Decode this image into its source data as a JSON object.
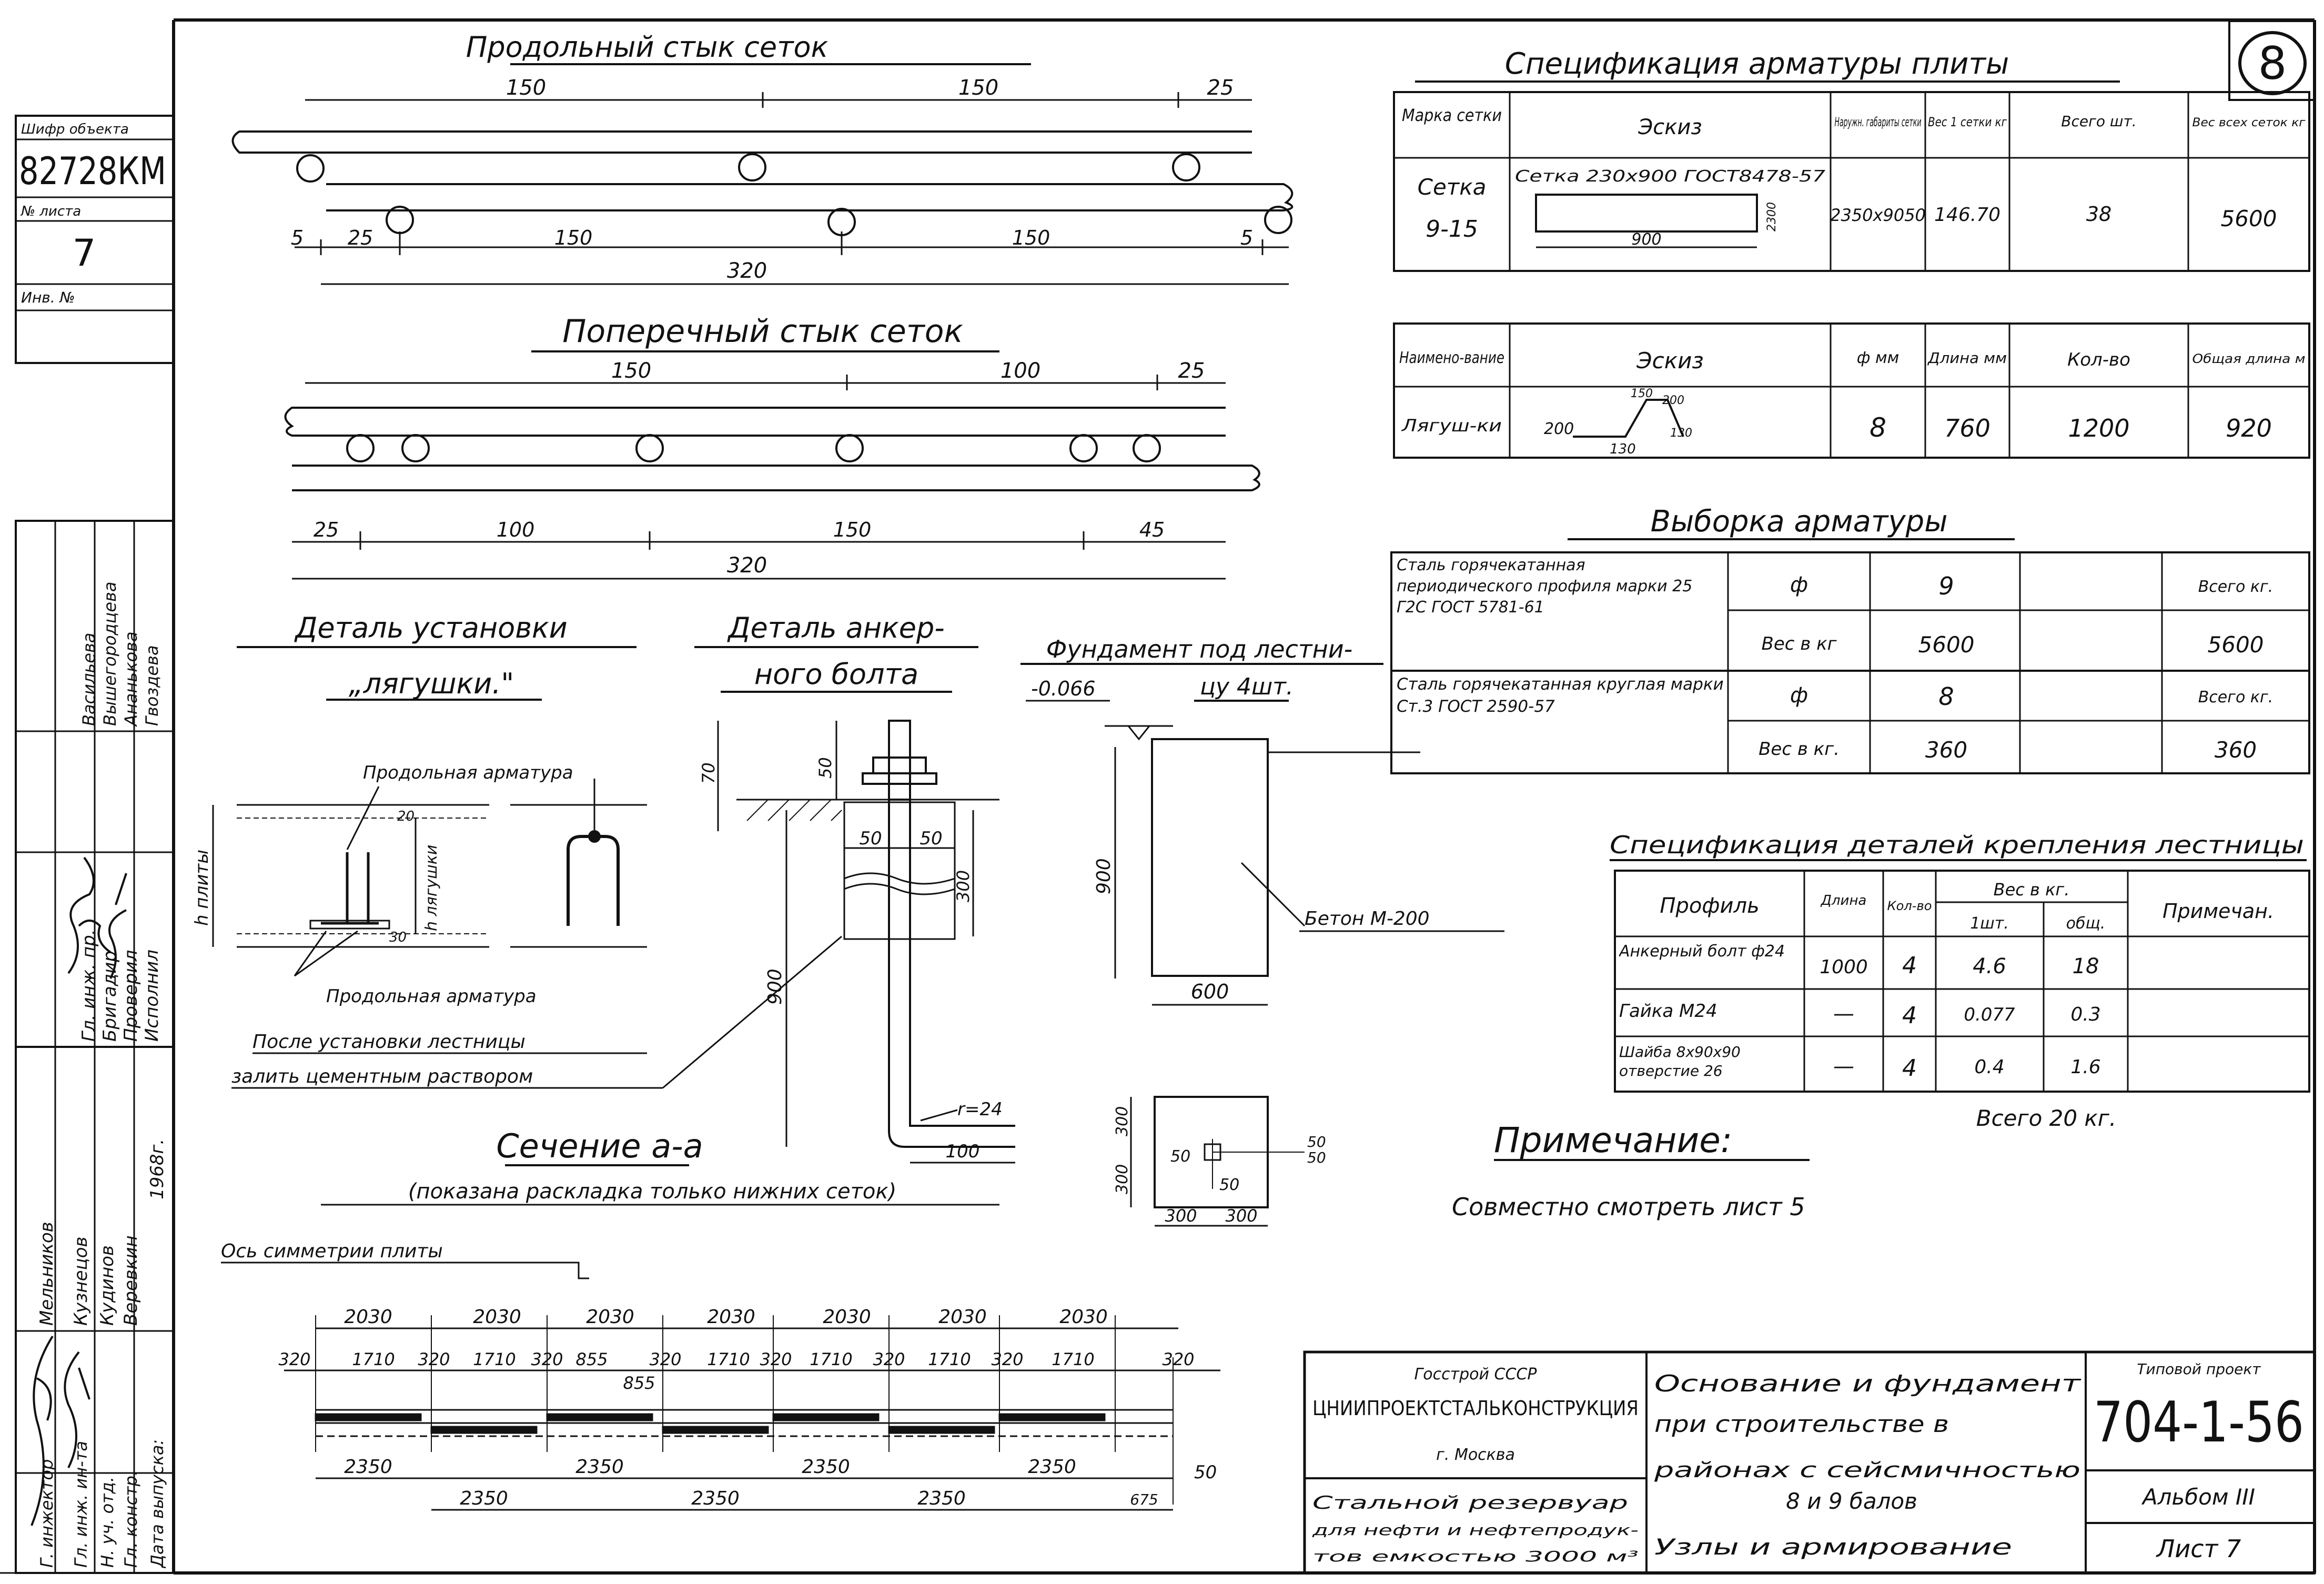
{
  "sheet_badge": "8",
  "left_stamp": {
    "shifr_label": "Шифр объекта",
    "shifr_value": "82728КМ",
    "list_label": "№ листа",
    "list_value": "7",
    "inv_label": "Инв. №"
  },
  "signatures": {
    "roles_a": [
      "Гл. инж. пр.",
      "Бригадир",
      "Проверил",
      "Исполнил"
    ],
    "names_a": [
      "Васильева",
      "Вышегородцева",
      "Ананькова",
      "Гвоздева"
    ],
    "roles_b": [
      "Г. инжектор",
      "Гл. инж. ин-та",
      "Н. уч. отд.",
      "Гл. констр.",
      "Дата выпуска:"
    ],
    "names_b": [
      "Мельников",
      "Кузнецов",
      "Кудинов",
      "Веревкин"
    ],
    "year": "1968г."
  },
  "views": {
    "longitudinal": {
      "title": "Продольный стык сеток",
      "dims_top": [
        "150",
        "150",
        "25"
      ],
      "dims_bottom": [
        "5",
        "25",
        "150",
        "150",
        "5"
      ],
      "total": "320"
    },
    "transverse": {
      "title": "Поперечный стык сеток",
      "dims_top": [
        "150",
        "100",
        "25"
      ],
      "dims_bottom": [
        "25",
        "100",
        "150",
        "45"
      ],
      "total": "320"
    },
    "frog_detail": {
      "title_1": "Деталь установки",
      "title_2": "„лягушки.\"",
      "label_top": "Продольная арматура",
      "label_bottom": "Продольная арматура",
      "h_plate": "h плиты",
      "h_frog": "h лягушки",
      "d1": "20",
      "d2": "30",
      "note_1": "После установки лестницы",
      "note_2": "залить цементным раствором"
    },
    "anchor_bolt": {
      "title_1": "Деталь анкер-",
      "title_2": "ного болта",
      "d70": "70",
      "d50": "50",
      "d50a": "50",
      "d50b": "50",
      "d300": "300",
      "d900": "900",
      "d100": "100",
      "r": "r=24"
    },
    "foundation": {
      "title_1": "Фундамент под лестни-",
      "title_2": "цу 4шт.",
      "level": "-0.066",
      "d900": "900",
      "d600": "600",
      "concrete": "Бетон М-200",
      "plan_300a": "300",
      "plan_300b": "300",
      "plan_300c": "300",
      "plan_300d": "300",
      "plan_50a": "50",
      "plan_50b": "50",
      "plan_50c": "50",
      "plan_50d": "50"
    },
    "section": {
      "title": "Сечение а-а",
      "subtitle": "(показана раскладка только нижних сеток)",
      "axis": "Ось симметрии плиты",
      "top_dims": [
        "2030",
        "2030",
        "2030",
        "2030",
        "2030",
        "2030",
        "2030"
      ],
      "mid_dims": [
        "320",
        "1710",
        "320",
        "1710",
        "320",
        "855",
        "320",
        "1710",
        "320",
        "1710",
        "320",
        "1710",
        "320",
        "1710",
        "320"
      ],
      "extra_855": "855",
      "bot_dims_a": [
        "2350",
        "2350",
        "2350",
        "2350"
      ],
      "bot_dims_b": [
        "2350",
        "2350",
        "2350"
      ],
      "end_675": "675",
      "end_50": "50"
    }
  },
  "spec_plate": {
    "title": "Спецификация арматуры плиты",
    "headers": [
      "Марка сетки",
      "Эскиз",
      "Наружн. габариты сетки",
      "Вес 1 сетки кг",
      "Всего шт.",
      "Вес всех сеток кг"
    ],
    "row": {
      "mark_1": "Сетка",
      "mark_2": "9-15",
      "sketch_label": "Сетка 230х900 ГОСТ8478-57",
      "sketch_900": "900",
      "sketch_2300": "2300",
      "size": "2350х9050",
      "weight1": "146.70",
      "qty": "38",
      "total": "5600"
    }
  },
  "spec_frog": {
    "headers": [
      "Наимено-вание",
      "Эскиз",
      "ф мм",
      "Длина мм",
      "Кол-во",
      "Общая длина м"
    ],
    "row": {
      "name": "Лягуш-ки",
      "sketch_200": "200",
      "sketch_150": "150",
      "sketch_130a": "130",
      "sketch_200b": "200",
      "sketch_130b": "130",
      "dia": "8",
      "len": "760",
      "qty": "1200",
      "total": "920"
    }
  },
  "selection": {
    "title": "Выборка арматуры",
    "r1_desc": "Сталь горячекатанная периодического профиля марки 25 Г2С ГОСТ 5781-61",
    "r1_phi": "ф",
    "r1_phi_val": "9",
    "r1_total_label": "Всего кг.",
    "r1_weight_label": "Вес в кг",
    "r1_weight": "5600",
    "r1_total": "5600",
    "r2_desc": "Сталь горячекатанная круглая марки Ст.3 ГОСТ 2590-57",
    "r2_phi": "ф",
    "r2_phi_val": "8",
    "r2_total_label": "Всего кг.",
    "r2_weight_label": "Вес в кг.",
    "r2_weight": "360",
    "r2_total": "360"
  },
  "spec_parts": {
    "title": "Спецификация деталей крепления лестницы",
    "headers": [
      "Профиль",
      "Длина",
      "Кол-во",
      "Вес в кг.",
      "1шт.",
      "общ.",
      "Примечан."
    ],
    "rows": [
      {
        "profile": "Анкерный болт ф24",
        "len": "1000",
        "qty": "4",
        "w1": "4.6",
        "wt": "18"
      },
      {
        "profile": "Гайка М24",
        "len": "—",
        "qty": "4",
        "w1": "0.077",
        "wt": "0.3"
      },
      {
        "profile": "Шайба 8х90х90 отверстие 26",
        "len": "—",
        "qty": "4",
        "w1": "0.4",
        "wt": "1.6"
      }
    ],
    "total": "Всего 20 кг."
  },
  "note": {
    "title": "Примечание:",
    "text": "Совместно смотреть лист 5"
  },
  "titleblock": {
    "org_1": "Госстрой СССР",
    "org_2": "ЦНИИПРОЕКТСТАЛЬКОНСТРУКЦИЯ",
    "org_3": "г. Москва",
    "object_1": "Стальной резервуар",
    "object_2": "для нефти и нефтепродук-",
    "object_3": "тов емкостью 3000 м³",
    "desc_1": "Основание и фундамент",
    "desc_2": "при строительстве в",
    "desc_3": "районах с сейсмичностью",
    "desc_4": "8 и 9 балов",
    "desc_5": "Узлы и армирование",
    "tp_label": "Типовой проект",
    "tp_value": "704-1-56",
    "album": "Альбом III",
    "sheet": "Лист 7"
  }
}
